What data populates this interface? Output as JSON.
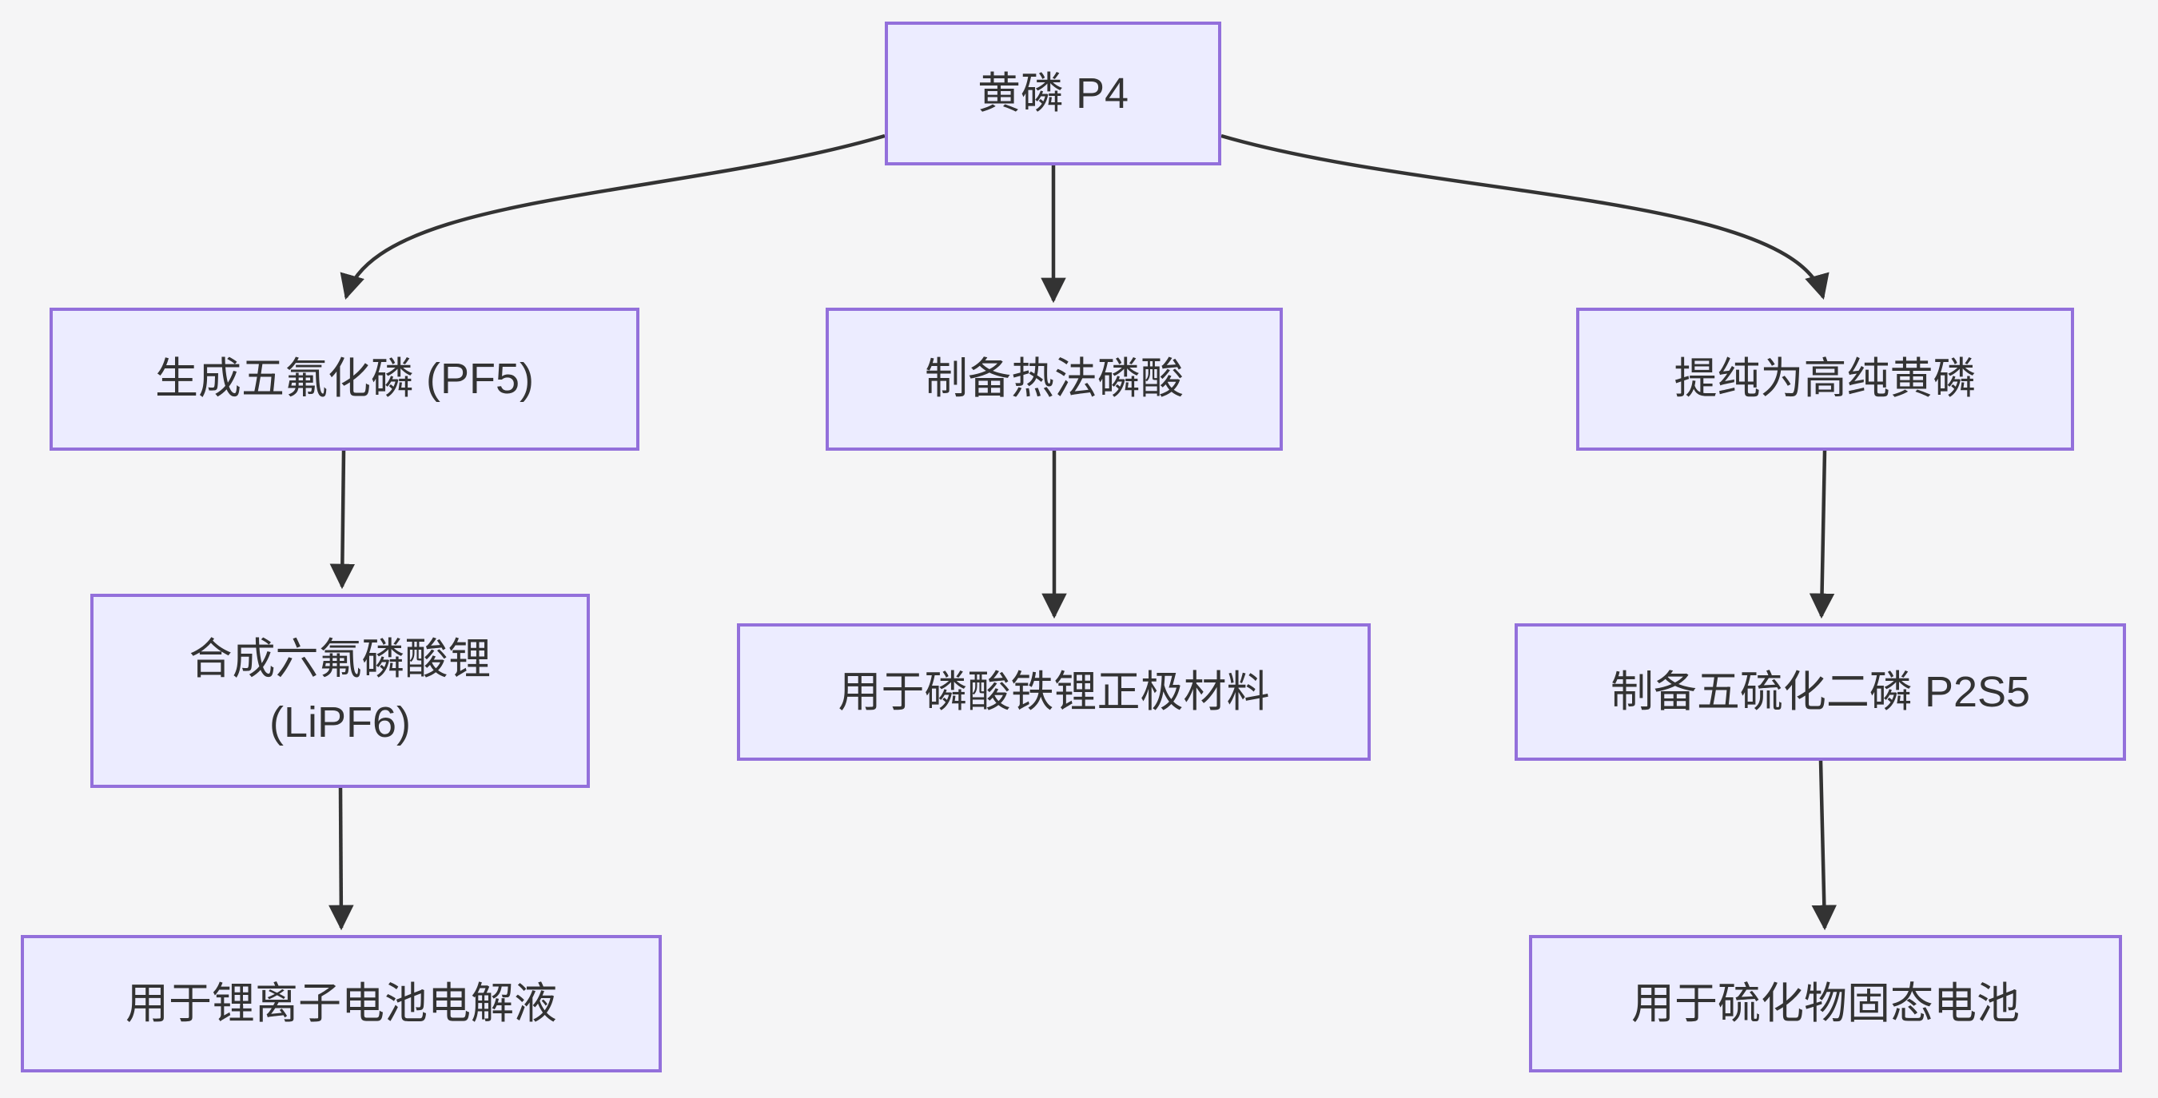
{
  "diagram": {
    "type": "flowchart",
    "direction": "top-down",
    "colors": {
      "background": "#f5f5f6",
      "node_fill": "#ececff",
      "node_border": "#9370db",
      "edge": "#333333",
      "text": "#333333"
    },
    "nodes": {
      "root": {
        "label": "黄磷 P4"
      },
      "pf5": {
        "label": "生成五氟化磷 (PF5)"
      },
      "thermal": {
        "label": "制备热法磷酸"
      },
      "purified": {
        "label": "提纯为高纯黄磷"
      },
      "lipf6": {
        "label": "合成六氟磷酸锂\n(LiPF6)"
      },
      "lfp": {
        "label": "用于磷酸铁锂正极材料"
      },
      "p2s5": {
        "label": "制备五硫化二磷 P2S5"
      },
      "electrolyte": {
        "label": "用于锂离子电池电解液"
      },
      "solid": {
        "label": "用于硫化物固态电池"
      }
    },
    "edges": [
      {
        "from": "root",
        "to": "pf5"
      },
      {
        "from": "root",
        "to": "thermal"
      },
      {
        "from": "root",
        "to": "purified"
      },
      {
        "from": "pf5",
        "to": "lipf6"
      },
      {
        "from": "thermal",
        "to": "lfp"
      },
      {
        "from": "purified",
        "to": "p2s5"
      },
      {
        "from": "lipf6",
        "to": "electrolyte"
      },
      {
        "from": "p2s5",
        "to": "solid"
      }
    ]
  }
}
